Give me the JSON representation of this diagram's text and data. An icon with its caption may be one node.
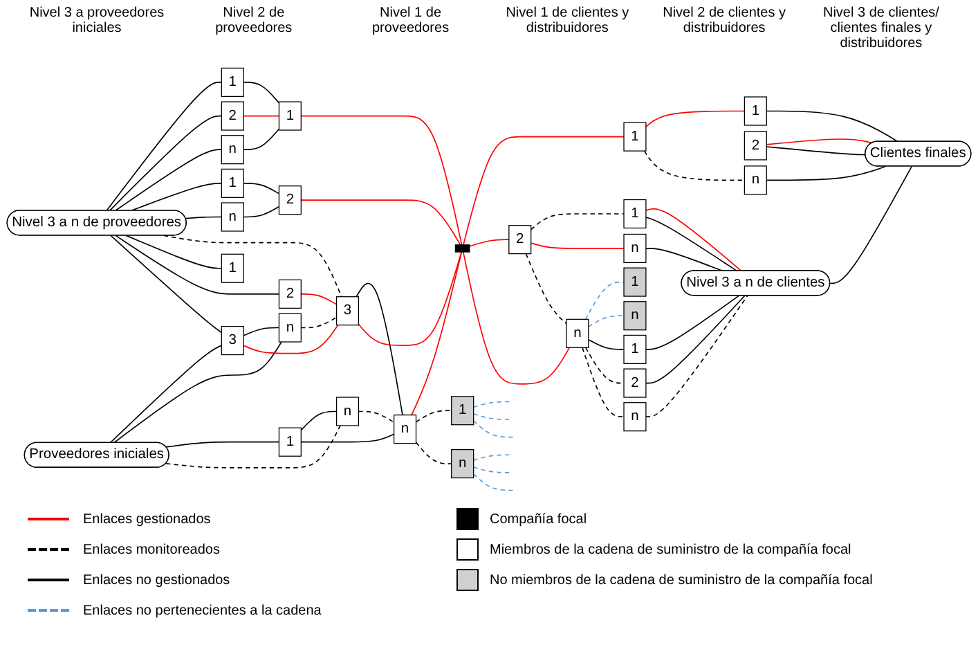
{
  "diagram": {
    "nodes": [
      {
        "text": [
          "Proveedores iniciales"
        ]
      },
      {
        "text": [
          "Nivel 3 a n de proveedores"
        ]
      },
      {
        "text": [
          "1"
        ]
      },
      {
        "text": [
          "2"
        ]
      },
      {
        "text": [
          "n"
        ]
      },
      {
        "text": [
          "1"
        ]
      },
      {
        "text": [
          "n"
        ]
      },
      {
        "text": [
          "1"
        ]
      },
      {
        "text": [
          "2"
        ]
      },
      {
        "text": [
          "3"
        ]
      },
      {
        "text": [
          "n"
        ]
      },
      {
        "text": [
          "1"
        ]
      },
      {
        "text": [
          "n"
        ]
      },
      {
        "text": [
          "1"
        ]
      },
      {
        "text": [
          "2"
        ]
      },
      {
        "text": [
          "3"
        ]
      },
      {
        "text": [
          "n"
        ]
      },
      {
        "text": [],
        "shape": "box"
      },
      {
        "text": [
          "1"
        ]
      },
      {
        "text": [
          "n"
        ]
      },
      {
        "text": [
          "1"
        ]
      },
      {
        "text": [
          "n"
        ]
      },
      {
        "text": [
          "1"
        ]
      },
      {
        "text": [
          "2"
        ]
      },
      {
        "text": [
          "n"
        ]
      },
      {
        "text": [
          "1"
        ]
      },
      {
        "text": [
          "2"
        ]
      },
      {
        "text": [
          "n"
        ]
      },
      {
        "text": [
          "1"
        ]
      },
      {
        "text": [
          "n"
        ]
      },
      {
        "text": [
          "1"
        ]
      },
      {
        "text": [
          "2"
        ]
      },
      {
        "text": [
          "n"
        ]
      },
      {
        "text": [
          "Nivel 3 a n de clientes"
        ]
      },
      {
        "text": [
          "Clientes finales"
        ]
      }
    ],
    "edges": [
      {
        "from": 1,
        "to": 2,
        "arrow": "none"
      },
      {
        "from": 1,
        "to": 3,
        "arrow": "none"
      },
      {
        "from": 1,
        "to": 4,
        "arrow": "none"
      },
      {
        "from": 1,
        "to": 5,
        "arrow": "none"
      },
      {
        "from": 1,
        "to": 6,
        "arrow": "none"
      },
      {
        "from": 1,
        "to": 15,
        "arrow": "none",
        "style": "dashed"
      },
      {
        "from": 1,
        "to": 7,
        "arrow": "none"
      },
      {
        "from": 1,
        "to": 8,
        "arrow": "none"
      },
      {
        "from": 1,
        "to": 9,
        "arrow": "none"
      },
      {
        "from": 0,
        "to": 9,
        "arrow": "none"
      },
      {
        "from": 0,
        "to": 10,
        "arrow": "none"
      },
      {
        "from": 0,
        "to": 11,
        "arrow": "none"
      },
      {
        "from": 0,
        "to": 12,
        "arrow": "none",
        "style": "dashed"
      },
      {
        "from": 9,
        "to": 10,
        "arrow": "none"
      },
      {
        "from": 11,
        "to": 12,
        "arrow": "none"
      },
      {
        "from": 2,
        "to": 13,
        "arrow": "none"
      },
      {
        "from": 3,
        "to": 13,
        "arrow": "none",
        "color": "#ff0000"
      },
      {
        "from": 4,
        "to": 13,
        "arrow": "none"
      },
      {
        "from": 5,
        "to": 14,
        "arrow": "none"
      },
      {
        "from": 6,
        "to": 14,
        "arrow": "none"
      },
      {
        "from": 8,
        "to": 15,
        "arrow": "none",
        "color": "#ff0000"
      },
      {
        "from": 9,
        "to": 15,
        "arrow": "none",
        "color": "#ff0000"
      },
      {
        "from": 10,
        "to": 15,
        "arrow": "none",
        "style": "dashed"
      },
      {
        "from": 11,
        "to": 16,
        "arrow": "none"
      },
      {
        "from": 12,
        "to": 16,
        "arrow": "none",
        "style": "dashed"
      },
      {
        "from": 15,
        "to": 16,
        "arrow": "none"
      },
      {
        "from": 13,
        "to": 17,
        "arrow": "none",
        "color": "#ff0000"
      },
      {
        "from": 14,
        "to": 17,
        "arrow": "none",
        "color": "#ff0000"
      },
      {
        "from": 15,
        "to": 17,
        "arrow": "none",
        "color": "#ff0000"
      },
      {
        "from": 16,
        "to": 17,
        "arrow": "none",
        "color": "#ff0000"
      },
      {
        "from": 16,
        "to": 20,
        "arrow": "none",
        "style": "dashed"
      },
      {
        "from": 16,
        "to": 21,
        "arrow": "none",
        "style": "dashed"
      },
      {
        "from": 20,
        "to": null,
        "arrow": "none",
        "style": "dashed",
        "color": "#5b9bd5"
      },
      {
        "from": 20,
        "to": null,
        "arrow": "none",
        "style": "dashed",
        "color": "#5b9bd5"
      },
      {
        "from": 20,
        "to": null,
        "arrow": "none",
        "style": "dashed",
        "color": "#5b9bd5"
      },
      {
        "from": 21,
        "to": null,
        "arrow": "none",
        "style": "dashed",
        "color": "#5b9bd5"
      },
      {
        "from": 21,
        "to": null,
        "arrow": "none",
        "style": "dashed",
        "color": "#5b9bd5"
      },
      {
        "from": 21,
        "to": null,
        "arrow": "none",
        "style": "dashed",
        "color": "#5b9bd5"
      },
      {
        "from": 17,
        "to": 22,
        "arrow": "none",
        "color": "#ff0000"
      },
      {
        "from": 17,
        "to": 23,
        "arrow": "none",
        "color": "#ff0000"
      },
      {
        "from": 17,
        "to": 24,
        "arrow": "none",
        "color": "#ff0000"
      },
      {
        "from": 22,
        "to": 25,
        "arrow": "none",
        "color": "#ff0000"
      },
      {
        "from": 22,
        "to": 27,
        "arrow": "none",
        "style": "dashed"
      },
      {
        "from": 23,
        "to": 28,
        "arrow": "none",
        "style": "dashed"
      },
      {
        "from": 23,
        "to": 29,
        "arrow": "none",
        "color": "#ff0000"
      },
      {
        "from": 23,
        "to": 24,
        "arrow": "none",
        "style": "dashed"
      },
      {
        "from": 24,
        "to": 18,
        "arrow": "none",
        "style": "dashed",
        "color": "#5b9bd5"
      },
      {
        "from": 24,
        "to": 19,
        "arrow": "none",
        "style": "dashed",
        "color": "#5b9bd5"
      },
      {
        "from": 24,
        "to": 30,
        "arrow": "none"
      },
      {
        "from": 24,
        "to": 31,
        "arrow": "none",
        "style": "dashed"
      },
      {
        "from": 24,
        "to": 32,
        "arrow": "none",
        "style": "dashed"
      },
      {
        "from": 25,
        "to": 34,
        "arrow": "none"
      },
      {
        "from": 26,
        "to": 34,
        "arrow": "none",
        "color": "#ff0000"
      },
      {
        "from": 26,
        "to": 34,
        "arrow": "none"
      },
      {
        "from": 27,
        "to": 34,
        "arrow": "none"
      },
      {
        "from": 28,
        "to": 33,
        "arrow": "none",
        "color": "#ff0000"
      },
      {
        "from": 28,
        "to": 33,
        "arrow": "none"
      },
      {
        "from": 29,
        "to": 33,
        "arrow": "none"
      },
      {
        "from": 30,
        "to": 33,
        "arrow": "none"
      },
      {
        "from": 31,
        "to": 33,
        "arrow": "none"
      },
      {
        "from": 32,
        "to": 33,
        "arrow": "none",
        "style": "dashed"
      },
      {
        "from": 33,
        "to": 34,
        "arrow": "none"
      }
    ],
    "labels": [
      "Nivel 3 a proveedores iniciales",
      "Nivel 2 de proveedores",
      "Nivel 1 de proveedores",
      "Nivel 1 de clientes y distribuidores",
      "Nivel 2 de clientes y distribuidores",
      "Nivel 3 de clientes/ clientes finales y distribuidores"
    ],
    "legend": [
      {
        "text": "Enlaces gestionados"
      },
      {
        "text": "Enlaces monitoreados"
      },
      {
        "text": "Enlaces no gestionados"
      },
      {
        "text": "Enlaces no pertenecientes a la cadena"
      },
      {
        "text": "Compañía focal",
        "color": "#000000"
      },
      {
        "text": "Miembros de la cadena de suministro de la compañía focal",
        "color": "#ffffff"
      },
      {
        "text": "No miembros de la cadena de suministro de la compañía focal",
        "color": "#d0d0d0"
      }
    ]
  }
}
